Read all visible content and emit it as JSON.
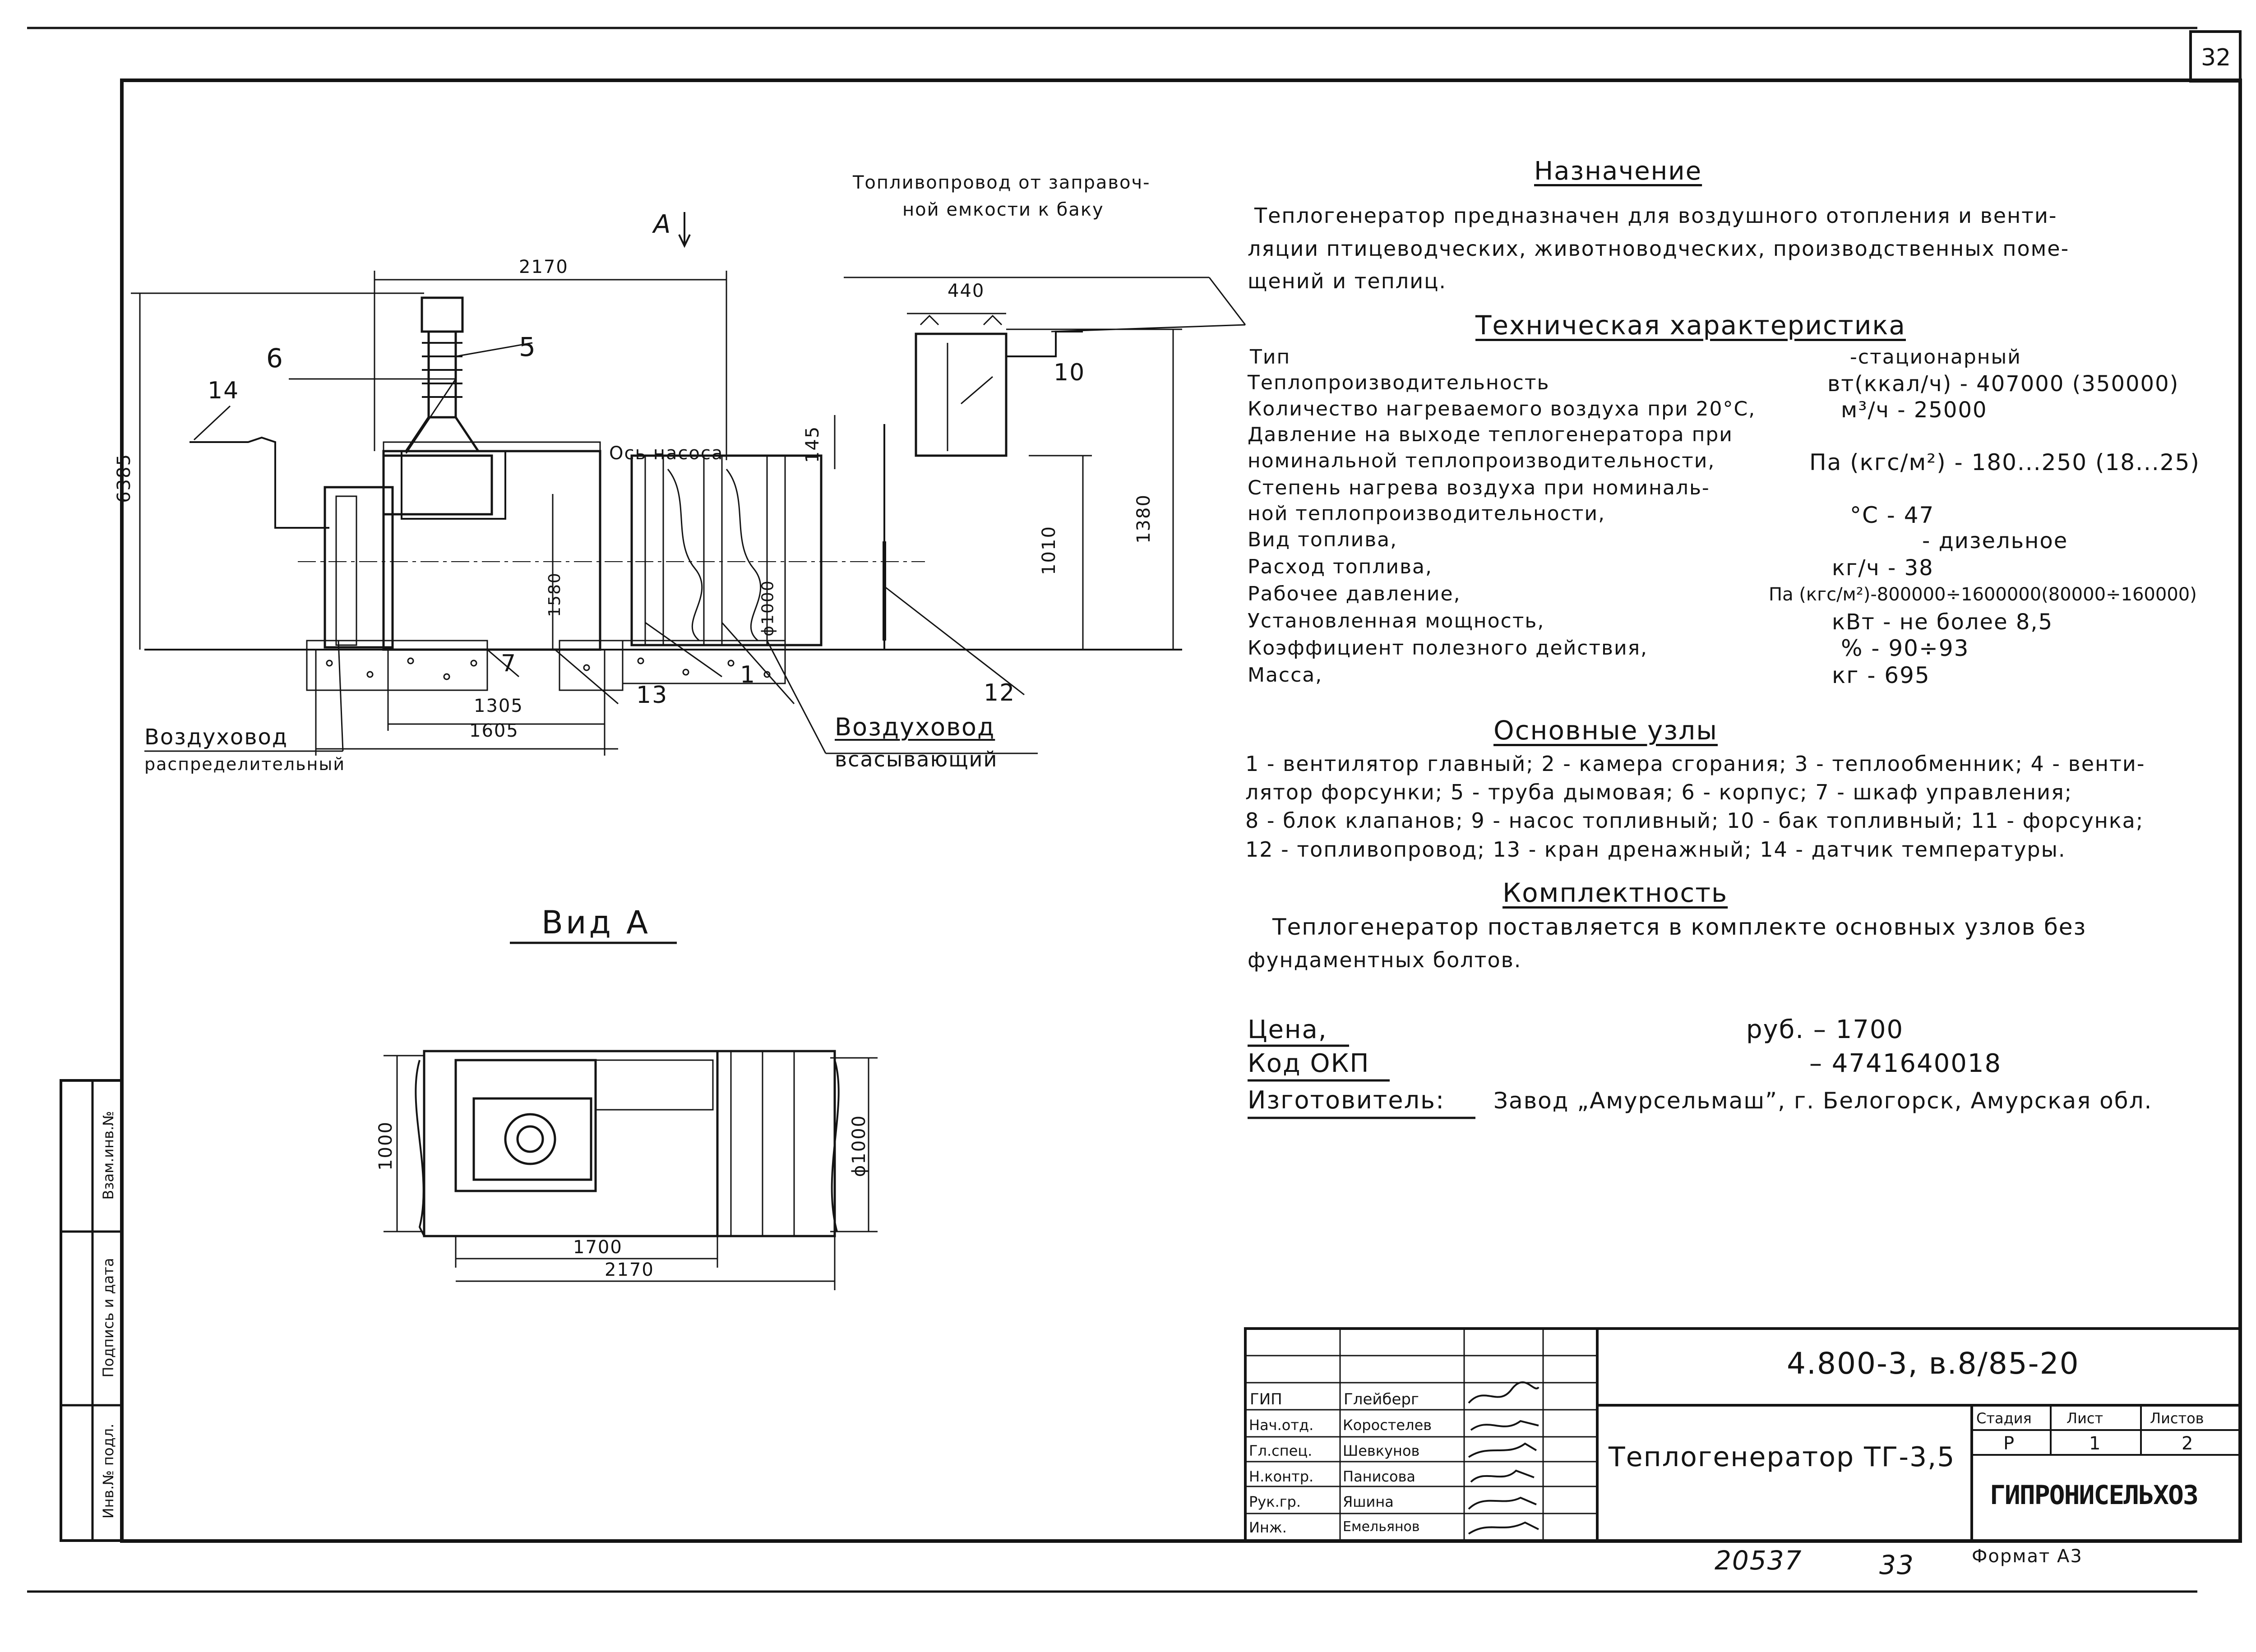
{
  "sheet": {
    "number": "32",
    "format": "Формат А3",
    "archive_number": "20537",
    "archive_page": "33"
  },
  "side_stamp": {
    "fields": [
      "Инв.№ подл.",
      "Подпись и дата",
      "Взам.инв.№"
    ]
  },
  "drawing": {
    "view_a_label": "A",
    "fuel_line_note": [
      "Топливопровод от заправоч-",
      "ной емкости к баку"
    ],
    "pump_axis": "Ось насоса",
    "dims": {
      "d2170": "2170",
      "d440": "440",
      "d6385": "6385",
      "d145": "145",
      "d1010": "1010",
      "d1380": "1380",
      "d1580": "1580",
      "d1305": "1305",
      "d1605": "1605",
      "dphi1000": "ϕ1000"
    },
    "callouts": [
      "1",
      "5",
      "6",
      "7",
      "10",
      "12",
      "13",
      "14"
    ],
    "duct_left": [
      "Воздуховод",
      "распределительный"
    ],
    "duct_right": [
      "Воздуховод",
      "всасывающий"
    ],
    "view_title": "Вид А",
    "view_dims": {
      "h1000": "1000",
      "w1700": "1700",
      "w2170": "2170",
      "phi1000": "ϕ1000"
    }
  },
  "purpose": {
    "heading": "Назначение",
    "lines": [
      "Теплогенератор предназначен для воздушного отопления и венти-",
      "ляции птицеводческих, животноводческих, производственных поме-",
      "щений и теплиц."
    ]
  },
  "specs": {
    "heading": "Техническая характеристика",
    "rows": [
      {
        "label": "Тип",
        "value": "-стационарный"
      },
      {
        "label": "Теплопроизводительность",
        "value": "вт(ккал/ч) - 407000 (350000)"
      },
      {
        "label": "Количество нагреваемого воздуха при 20°С,",
        "value": "м³/ч  - 25000"
      },
      {
        "label": "Давление на выходе теплогенератора при",
        "value": ""
      },
      {
        "label": "номинальной теплопроизводительности,",
        "value": "Па (кгс/м²) - 180...250 (18...25)"
      },
      {
        "label": "Степень нагрева воздуха при номиналь-",
        "value": ""
      },
      {
        "label": "ной теплопроизводительности,",
        "value": "°С   - 47"
      },
      {
        "label": "Вид топлива,",
        "value": "- дизельное"
      },
      {
        "label": "Расход топлива,",
        "value": "кг/ч  - 38"
      },
      {
        "label": "Рабочее давление,",
        "value": "Па (кгс/м²)-800000÷1600000(80000÷160000)"
      },
      {
        "label": "Установленная мощность,",
        "value": "кВт - не более 8,5"
      },
      {
        "label": "Коэффициент полезного действия,",
        "value": "%  -  90÷93"
      },
      {
        "label": "Масса,",
        "value": "кг  -  695"
      }
    ]
  },
  "units": {
    "heading": "Основные узлы",
    "lines": [
      "1 - вентилятор главный; 2 - камера сгорания; 3 - теплообменник; 4 - венти-",
      "лятор форсунки; 5 - труба дымовая; 6 - корпус; 7 - шкаф управления;",
      "8 - блок клапанов; 9 - насос топливный; 10 - бак топливный; 11 - форсунка;",
      "12 - топливопровод; 13 - кран дренажный; 14 - датчик температуры."
    ]
  },
  "completeness": {
    "heading": "Комплектность",
    "lines": [
      "Теплогенератор поставляется в комплекте основных узлов без",
      "фундаментных болтов."
    ]
  },
  "commercial": {
    "price_label": "Цена,",
    "price_value": "руб. – 1700",
    "okp_label": "Код ОКП",
    "okp_value": "– 4741640018",
    "maker_label": "Изготовитель:",
    "maker_value": "Завод „Амурсельмаш”, г. Белогорск, Амурская обл."
  },
  "title_block": {
    "doc_code": "4.800-3, в.8/85-20",
    "product": "Теплогенератор ТГ-3,5",
    "stage_header": "Стадия",
    "sheet_header": "Лист",
    "sheets_header": "Листов",
    "stage": "Р",
    "sheet": "1",
    "sheets": "2",
    "org": "ГИПРОНИСЕЛЬХОЗ",
    "people": [
      {
        "role": "ГИП",
        "name": "Глейберг"
      },
      {
        "role": "Нач.отд.",
        "name": "Коростелев"
      },
      {
        "role": "Гл.спец.",
        "name": "Шевкунов"
      },
      {
        "role": "Н.контр.",
        "name": "Панисова"
      },
      {
        "role": "Рук.гр.",
        "name": "Яшина"
      },
      {
        "role": "Инж.",
        "name": "Емельянов"
      }
    ]
  }
}
